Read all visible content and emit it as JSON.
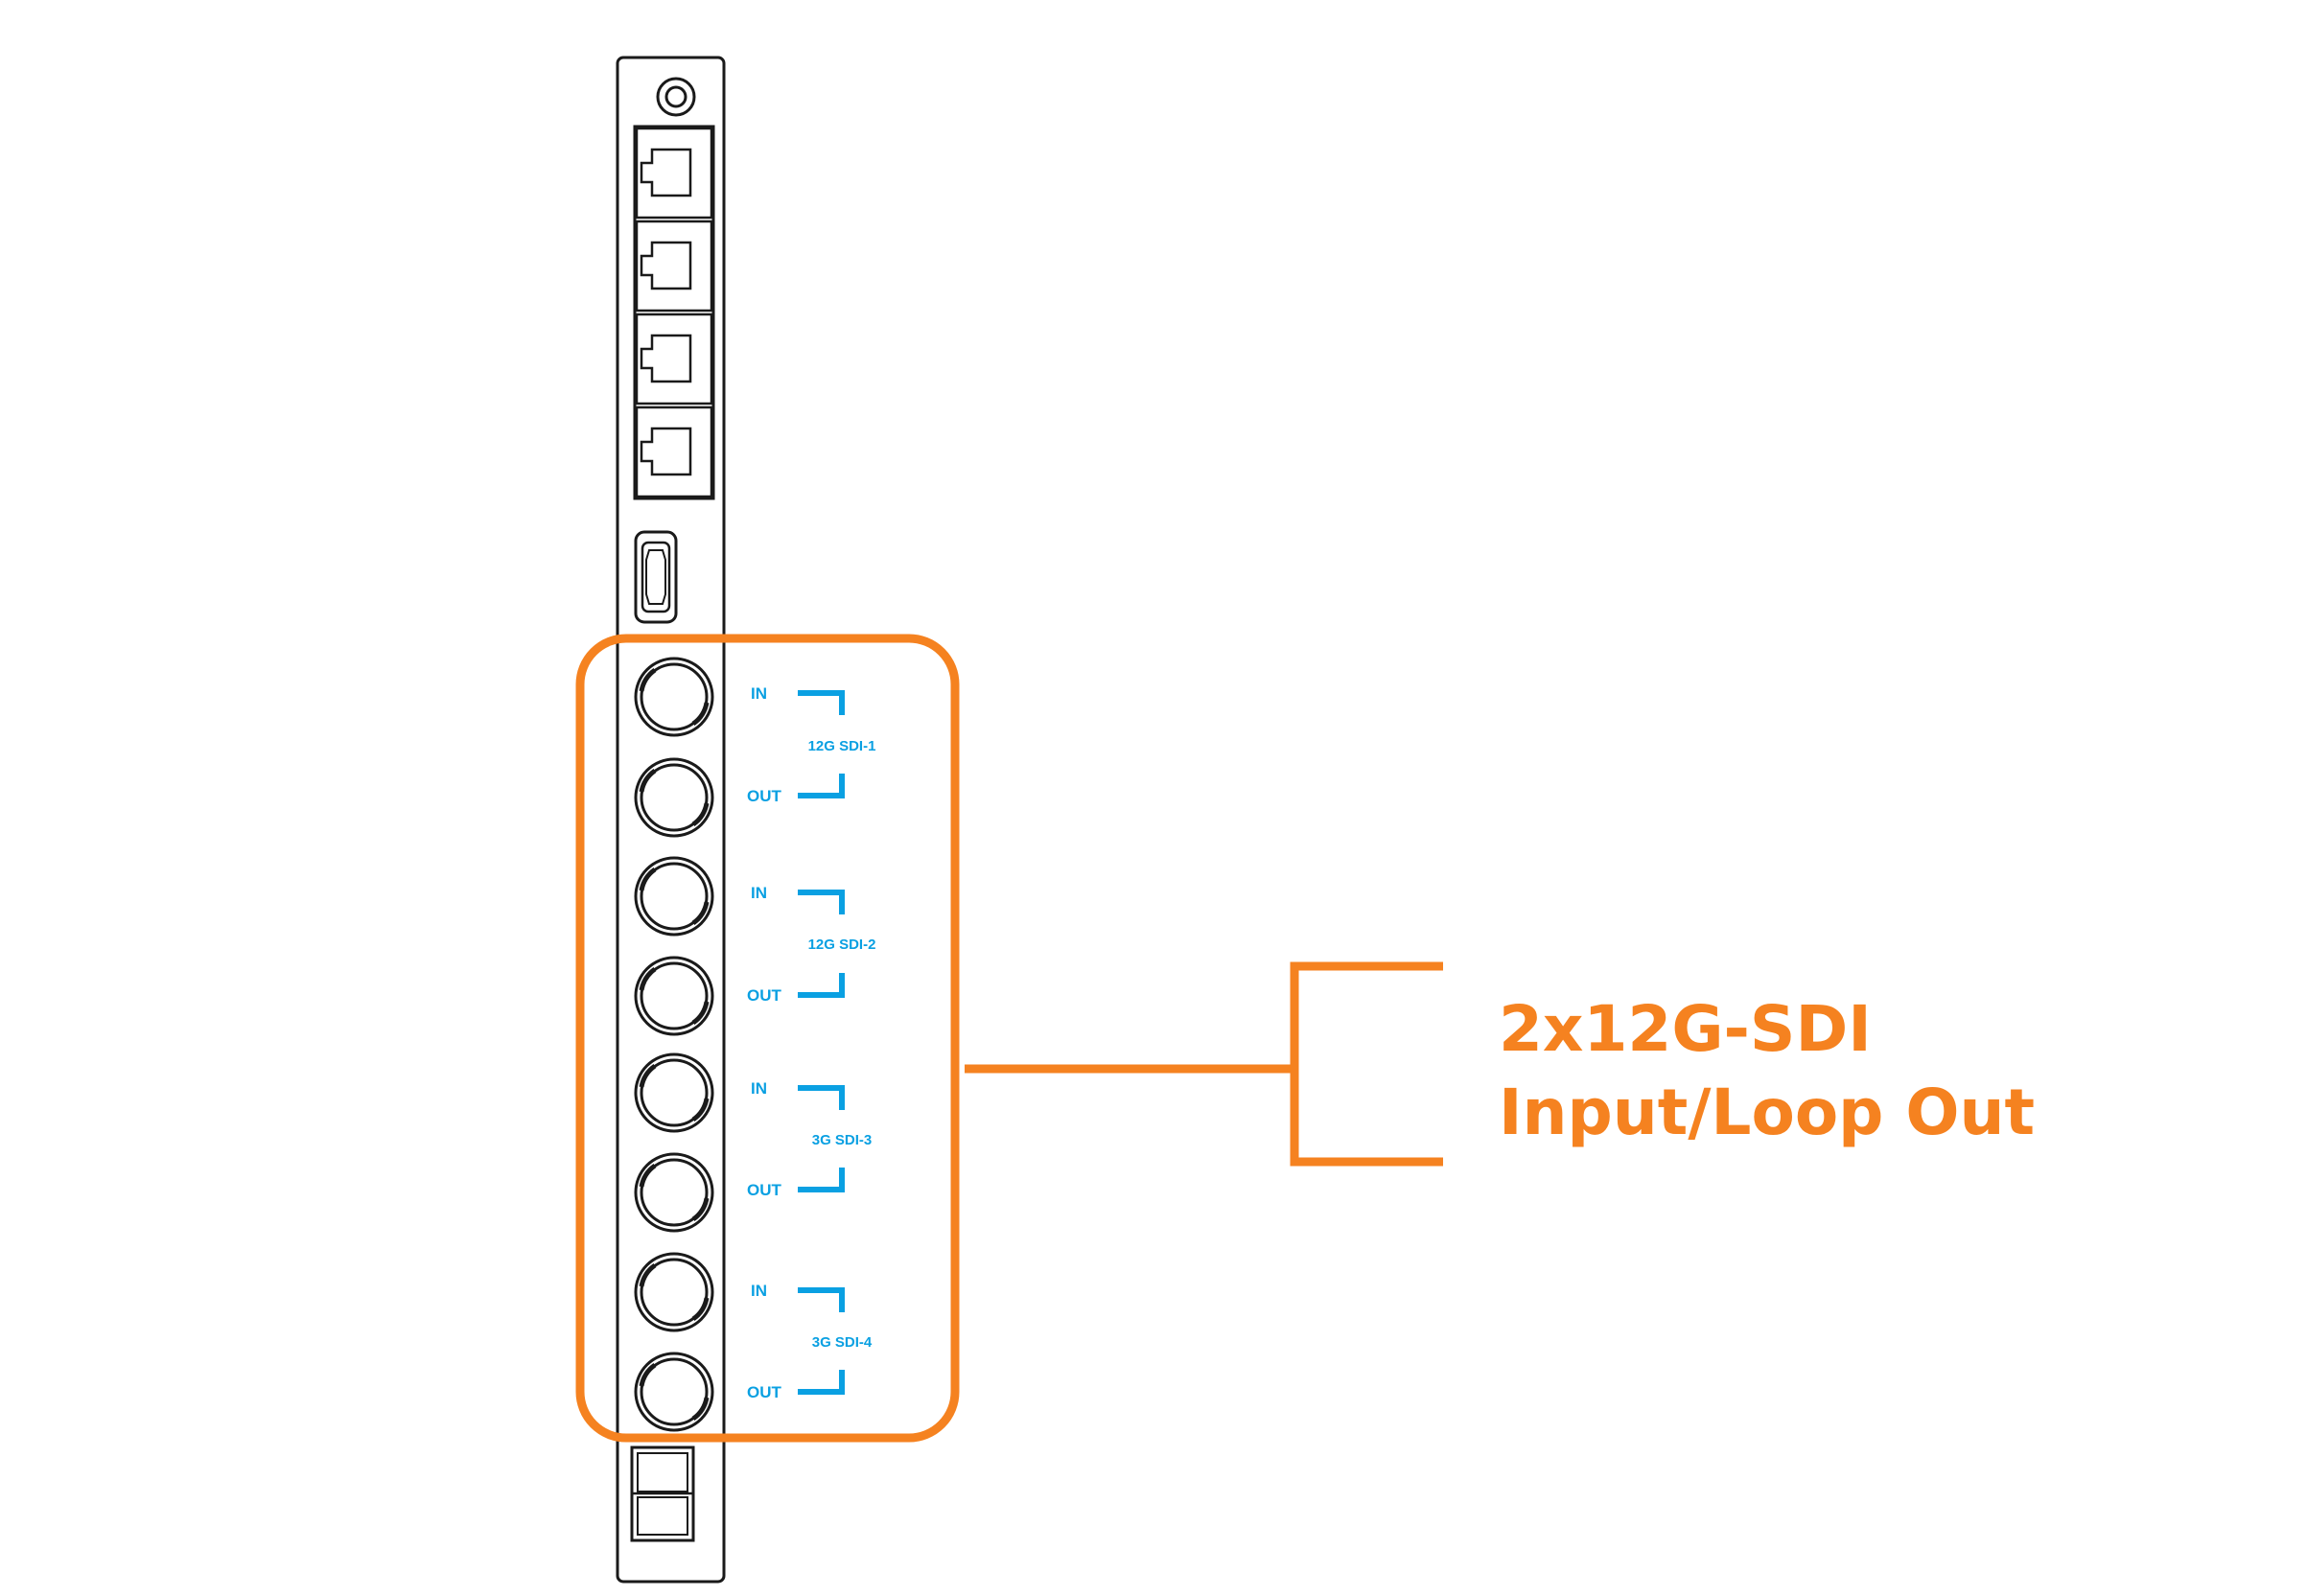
{
  "colors": {
    "panel_stroke": "#1a1a1a",
    "label_blue": "#0aa0e2",
    "highlight_orange": "#f58220",
    "background": "#ffffff"
  },
  "panel": {
    "top_connector_icon": "power-jack-icon",
    "ethernet_port_icon": "rj45-port-icon",
    "hdmi_port_icon": "hdmi-port-icon",
    "bnc_port_icon": "bnc-connector-icon",
    "sfp_port_icon": "sfp-cage-icon",
    "sdi_groups": [
      {
        "in_label": "IN",
        "out_label": "OUT",
        "name": "12G SDI-1"
      },
      {
        "in_label": "IN",
        "out_label": "OUT",
        "name": "12G SDI-2"
      },
      {
        "in_label": "IN",
        "out_label": "OUT",
        "name": "3G SDI-3"
      },
      {
        "in_label": "IN",
        "out_label": "OUT",
        "name": "3G SDI-4"
      }
    ]
  },
  "callout": {
    "line1": "2x12G-SDI",
    "line2": "Input/Loop Out"
  }
}
